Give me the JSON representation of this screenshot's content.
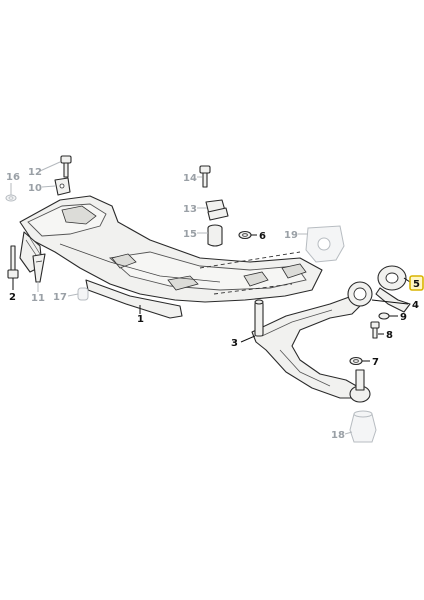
{
  "callouts": [
    {
      "id": "c16",
      "text": "16",
      "tone": "grey"
    },
    {
      "id": "c12",
      "text": "12",
      "tone": "grey"
    },
    {
      "id": "c10",
      "text": "10",
      "tone": "grey"
    },
    {
      "id": "c14",
      "text": "14",
      "tone": "grey"
    },
    {
      "id": "c13",
      "text": "13",
      "tone": "grey"
    },
    {
      "id": "c15",
      "text": "15",
      "tone": "grey"
    },
    {
      "id": "c6",
      "text": "6",
      "tone": "dark"
    },
    {
      "id": "c19",
      "text": "19",
      "tone": "grey"
    },
    {
      "id": "c5",
      "text": "5",
      "tone": "dark",
      "highlight": true
    },
    {
      "id": "c4",
      "text": "4",
      "tone": "dark"
    },
    {
      "id": "c9",
      "text": "9",
      "tone": "dark"
    },
    {
      "id": "c8",
      "text": "8",
      "tone": "dark"
    },
    {
      "id": "c2",
      "text": "2",
      "tone": "dark"
    },
    {
      "id": "c11",
      "text": "11",
      "tone": "grey"
    },
    {
      "id": "c17",
      "text": "17",
      "tone": "grey"
    },
    {
      "id": "c1",
      "text": "1",
      "tone": "dark"
    },
    {
      "id": "c3",
      "text": "3",
      "tone": "dark"
    },
    {
      "id": "c7",
      "text": "7",
      "tone": "dark"
    },
    {
      "id": "c18",
      "text": "18",
      "tone": "grey"
    }
  ],
  "colors": {
    "label_dark": "#111111",
    "label_grey": "#9aa0a6",
    "highlight_fill": "#fff7c4",
    "highlight_border": "#d9b400",
    "line": "#2a2a2a"
  }
}
